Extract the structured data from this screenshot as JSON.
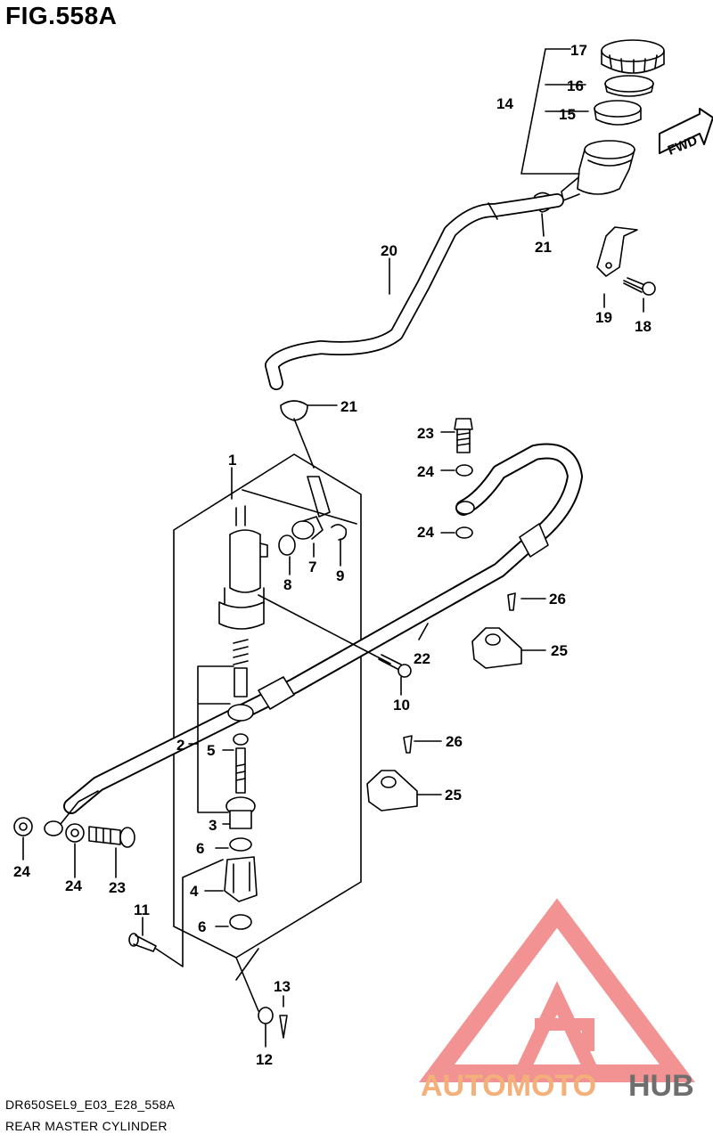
{
  "figure": {
    "title": "FIG.558A",
    "model_code": "DR650SEL9_E03_E28_558A",
    "name": "REAR MASTER CYLINDER"
  },
  "direction_label": "FWD",
  "watermark": {
    "part1": "AUTOMOTO",
    "part2": "HUB",
    "colors": {
      "logo": "#f08080",
      "part1": "#f4b07a",
      "part2": "#6e6e6e"
    }
  },
  "callouts": [
    "17",
    "16",
    "14",
    "15",
    "21",
    "19",
    "18",
    "20",
    "21",
    "23",
    "24",
    "1",
    "24",
    "8",
    "7",
    "9",
    "26",
    "22",
    "25",
    "10",
    "2",
    "5",
    "26",
    "25",
    "3",
    "24",
    "24",
    "23",
    "6",
    "4",
    "11",
    "6",
    "13",
    "12"
  ]
}
